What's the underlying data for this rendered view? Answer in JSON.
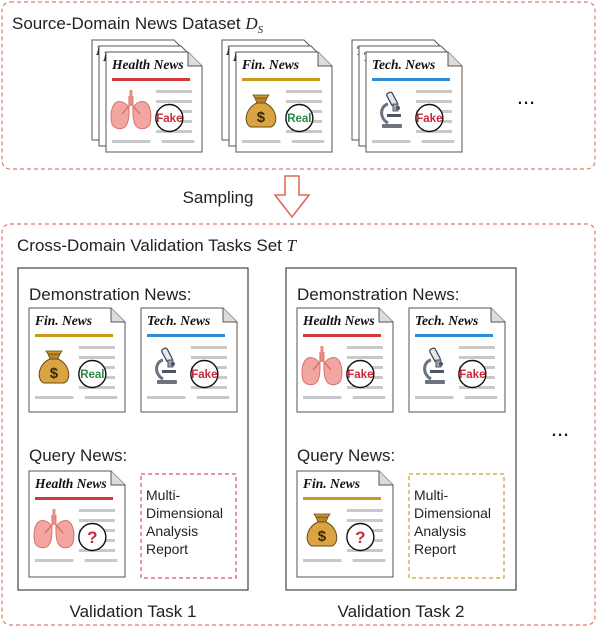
{
  "source_panel": {
    "title": "Source-Domain News Dataset",
    "symbol": "D",
    "symbol_sub": "S",
    "ellipsis": "...",
    "stacks": [
      {
        "label": "Health News",
        "label_color": "#d13a3a",
        "icon": "lungs-icon",
        "verdict": "Fake",
        "verdict_color": "#c7283a"
      },
      {
        "label": "Fin. News",
        "label_color": "#c89b1c",
        "icon": "money-bag-icon",
        "verdict": "Real",
        "verdict_color": "#2a8a4a"
      },
      {
        "label": "Tech. News",
        "label_color": "#2b8de0",
        "icon": "microscope-icon",
        "verdict": "Fake",
        "verdict_color": "#c7283a"
      }
    ]
  },
  "sampling": {
    "label": "Sampling",
    "arrow_color": "#e06a5c"
  },
  "tasks_panel": {
    "title": "Cross-Domain Validation Tasks Set",
    "symbol": "T",
    "ellipsis": "...",
    "tasks": [
      {
        "caption": "Validation Task 1",
        "demo_heading": "Demonstration News:",
        "query_heading": "Query News:",
        "demos": [
          {
            "label": "Fin. News",
            "label_color": "#c89b1c",
            "icon": "money-bag-icon",
            "verdict": "Real",
            "verdict_color": "#2a8a4a"
          },
          {
            "label": "Tech. News",
            "label_color": "#2b8de0",
            "icon": "microscope-icon",
            "verdict": "Fake",
            "verdict_color": "#c7283a"
          }
        ],
        "query": {
          "label": "Health News",
          "label_color": "#d13a3a",
          "icon": "lungs-icon",
          "verdict": "?",
          "verdict_color": "#c7283a"
        },
        "report_lines": [
          "Multi-",
          "Dimensional",
          "Analysis",
          "Report"
        ],
        "report_border": "#d9535f"
      },
      {
        "caption": "Validation Task 2",
        "demo_heading": "Demonstration News:",
        "query_heading": "Query News:",
        "demos": [
          {
            "label": "Health News",
            "label_color": "#d13a3a",
            "icon": "lungs-icon",
            "verdict": "Fake",
            "verdict_color": "#c7283a"
          },
          {
            "label": "Tech. News",
            "label_color": "#2b8de0",
            "icon": "microscope-icon",
            "verdict": "Fake",
            "verdict_color": "#c7283a"
          }
        ],
        "query": {
          "label": "Fin. News",
          "label_color": "#c89b1c",
          "icon": "money-bag-icon",
          "verdict": "?",
          "verdict_color": "#c7283a"
        },
        "report_lines": [
          "Multi-",
          "Dimensional",
          "Analysis",
          "Report"
        ],
        "report_border": "#c9a227"
      }
    ]
  }
}
